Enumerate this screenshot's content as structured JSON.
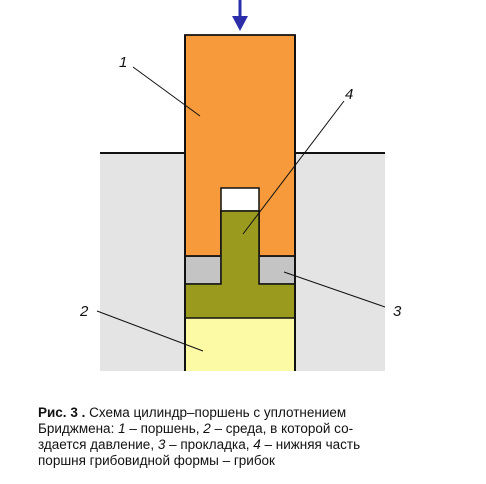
{
  "diagram": {
    "callouts": {
      "c1": "1",
      "c2": "2",
      "c3": "3",
      "c4": "4"
    },
    "colors": {
      "piston": "#f79a3b",
      "mushroom": "#999a1e",
      "medium": "#fdfaa6",
      "gasket": "#c4c4c4",
      "cylinder": "#e4e4e4",
      "arrow": "#2b2ea8",
      "outline": "#111111"
    },
    "icons": {
      "pressure_arrow": "arrow-down-icon"
    }
  },
  "caption": {
    "label": "Рис. 3 .",
    "lines": [
      "Схема цилиндр–поршень с уплотнением",
      "Бриджмена: ",
      "1",
      " – поршень, ",
      "2",
      " – среда, в которой со-",
      "здается давление, ",
      "3",
      " – прокладка, ",
      "4",
      " – нижняя часть",
      "поршня грибовидной формы – грибок"
    ]
  }
}
